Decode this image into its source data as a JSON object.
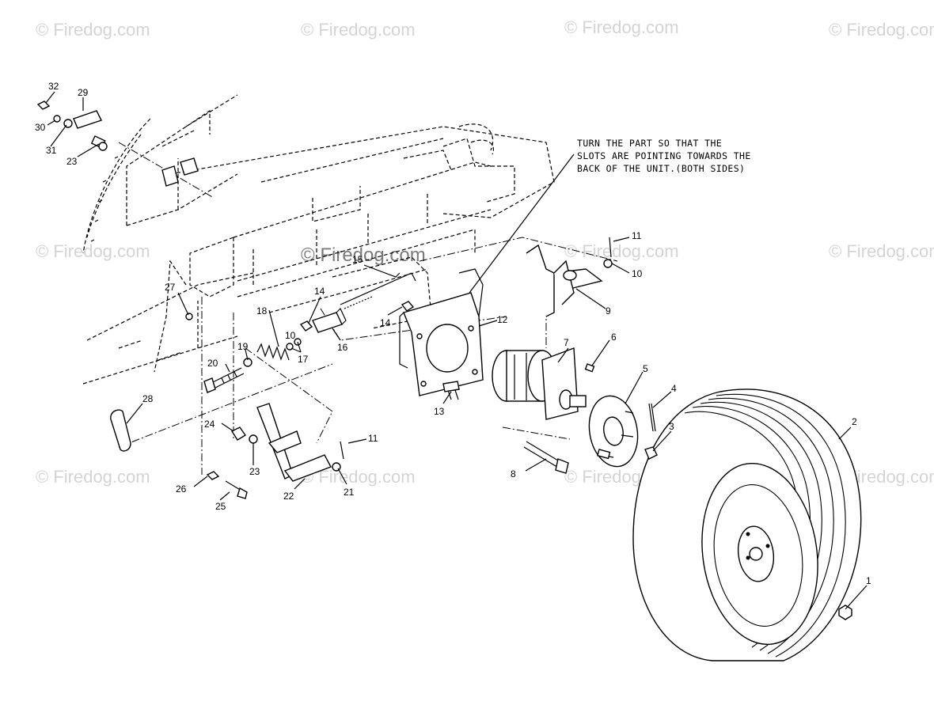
{
  "watermark": "© Firedog.com",
  "note": {
    "lines": [
      "TURN THE PART SO THAT THE",
      "SLOTS ARE POINTING TOWARDS THE",
      "BACK OF THE UNIT.(BOTH SIDES)"
    ]
  },
  "callouts": {
    "c1": "1",
    "c2": "2",
    "c3": "3",
    "c4": "4",
    "c5": "5",
    "c6": "6",
    "c7": "7",
    "c8": "8",
    "c9": "9",
    "c10a": "10",
    "c10b": "10",
    "c11a": "11",
    "c11b": "11",
    "c12": "12",
    "c13": "13",
    "c14a": "14",
    "c14b": "14",
    "c15": "15",
    "c16": "16",
    "c17": "17",
    "c18": "18",
    "c19": "19",
    "c20": "20",
    "c21": "21",
    "c22": "22",
    "c23a": "23",
    "c23b": "23",
    "c24": "24",
    "c25": "25",
    "c26": "26",
    "c27": "27",
    "c28": "28",
    "c29": "29",
    "c30": "30",
    "c31": "31",
    "c32": "32"
  }
}
